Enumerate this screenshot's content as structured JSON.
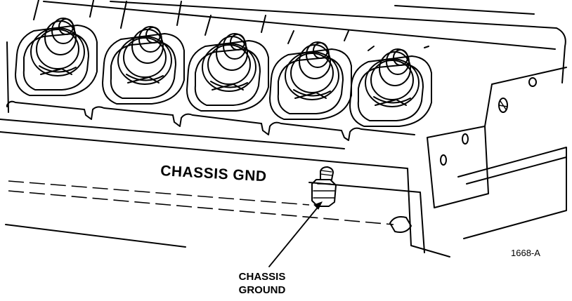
{
  "diagram": {
    "panel_label": "CHASSIS  GND",
    "callout_line1": "CHASSIS",
    "callout_line2": "GROUND",
    "figure_id": "1668-A",
    "connector_count": 5,
    "colors": {
      "line": "#000000",
      "background": "#ffffff"
    }
  }
}
